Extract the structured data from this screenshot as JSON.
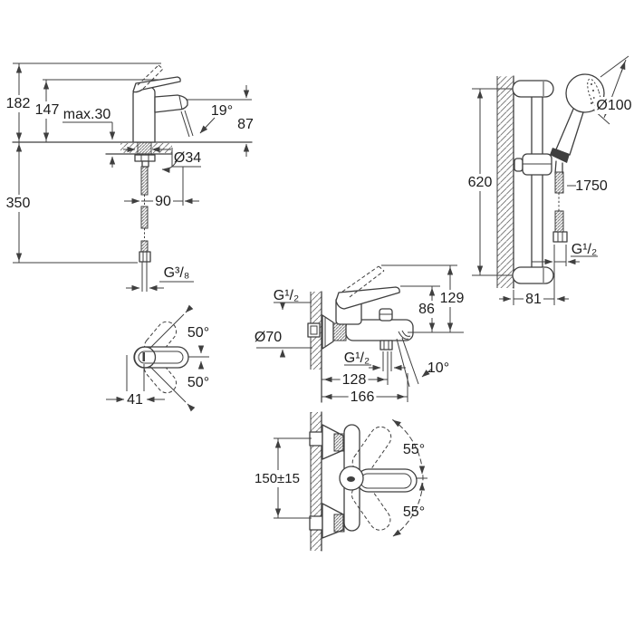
{
  "meta": {
    "kind": "technical dimension drawing",
    "ink_color": "#3f3f3f",
    "background": "#ffffff"
  },
  "views": {
    "basin_side": {
      "dims": {
        "total_height": "182",
        "spout_top_height": "147",
        "deck_max": "max.30",
        "stream_angle": "19°",
        "outlet_height": "87",
        "hole_dia": "Ø34",
        "spout_reach": "90",
        "hose_length": "350",
        "thread": "G³/₈"
      }
    },
    "shower_set": {
      "dims": {
        "head_dia": "Ø100",
        "rail_length": "620",
        "hose_length": "1750",
        "thread": "G¹/₂",
        "wall_offset": "81"
      }
    },
    "bath_side": {
      "dims": {
        "inlet_thread": "G¹/₂",
        "escutcheon_dia": "Ø70",
        "total_height": "129",
        "body_height": "86",
        "outlet_thread": "G¹/₂",
        "spout_angle": "10°",
        "outlet_reach": "128",
        "total_reach": "166"
      }
    },
    "basin_top": {
      "dims": {
        "swivel_up": "50°",
        "swivel_down": "50°",
        "handle_offset": "41"
      }
    },
    "bath_front": {
      "dims": {
        "center_distance": "150±15",
        "swing_up": "55°",
        "swing_down": "55°"
      }
    }
  }
}
